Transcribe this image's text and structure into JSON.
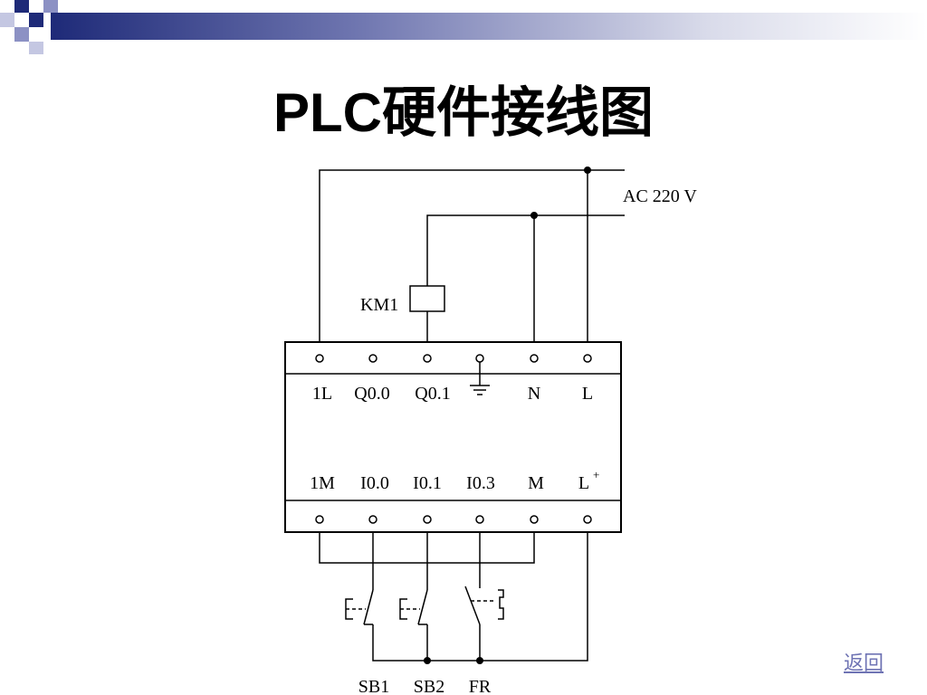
{
  "slide": {
    "title": "PLC硬件接线图",
    "return_link": "返回",
    "accent_color": "#1e2a78",
    "link_color": "#6f74b4"
  },
  "diagram": {
    "supply_label": "AC 220 V",
    "coil_label": "KM1",
    "top_terminals": [
      "1L",
      "Q0.0",
      "Q0.1",
      "",
      "N",
      "L"
    ],
    "bottom_terminals": [
      "1M",
      "I0.0",
      "I0.1",
      "I0.3",
      "M",
      "L"
    ],
    "l_plus_sup": "+",
    "devices": [
      "SB1",
      "SB2",
      "FR"
    ],
    "ground_symbol": "ground-icon"
  }
}
